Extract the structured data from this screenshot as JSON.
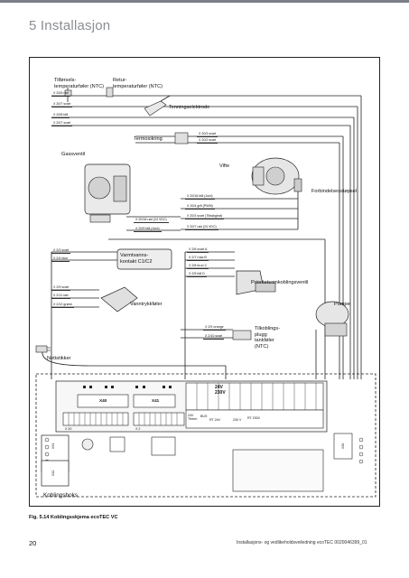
{
  "header": {
    "section_title": "5 Installasjon"
  },
  "components": {
    "tilforsel": "Tilførsels-\ntemperaturføler (NTC)",
    "retur": "Retur-\ntemperaturføler (NTC)",
    "tenningselektrode": "Tenningselektrode",
    "termosikring": "Termosikring",
    "gassventil": "Gassventil",
    "vifte": "Vifte",
    "forbindelsesstopsel": "Forbindelsesstøpsel",
    "varmtvann": "Varmtvanns-\nkontakt C1/C2",
    "prioritet": "Prioritetsomkoblingsventil",
    "pumpe": "Pumpe",
    "vanntrykk": "Vanntrykkføler",
    "tilkoblingsplugg": "Tilkoblings-\nplugg\ntankføler\n(NTC)",
    "nettstikker": "Nettstikker",
    "koblingsboks": "Koblingsboks"
  },
  "wire_tags": {
    "t1": "X 20/5 rød",
    "t2": "X 20/7 svart",
    "t3": "X 20/8 blå",
    "t4": "X 20/7 svart",
    "t5": "X 20/3 svart",
    "t6": "X 20/2 svart",
    "t7": "X 20/16 blå (Jord)",
    "t8": "X 20/4 grå (PWM)",
    "t9": "X 20/3 svart (Tilbakgirat)",
    "t10": "X 20/7 rød (24 VDC)",
    "t11": "X 20/18 rød (24 VDC)",
    "t12": "X 20/9 blå (Jord)",
    "t13": "X 2/3 svart",
    "t14": "X 2/4 blue",
    "t15": "X 2/6 svart A",
    "t16": "X 2/7 rosa B",
    "t17": "X 2/8 brun C",
    "t18": "X 2/5 blå D",
    "t19": "X 2/9 svart",
    "t20": "X 2/11 rød",
    "t21": "X 2/12 grønn",
    "t22": "X 2/9 orange",
    "t23": "X 2/10 svart"
  },
  "board": {
    "x40": "X40",
    "x41": "X41",
    "x20": "X 20",
    "x2": "X 2",
    "x31": "X31",
    "x32": "X32",
    "x30": "X30",
    "voltage": "24V\n230V",
    "term_24v": "24V\nTherm",
    "burner": "BUS",
    "rt24": "RT 24V",
    "v230": "230 V",
    "rt230": "RT 230V"
  },
  "caption": "Fig. 5.14 Koblingsskjema ecoTEC VC",
  "footer": {
    "page_number": "20",
    "doc_text": "Installasjons- og vedlikeholdsveiledning ecoTEC 0020046399_01"
  }
}
